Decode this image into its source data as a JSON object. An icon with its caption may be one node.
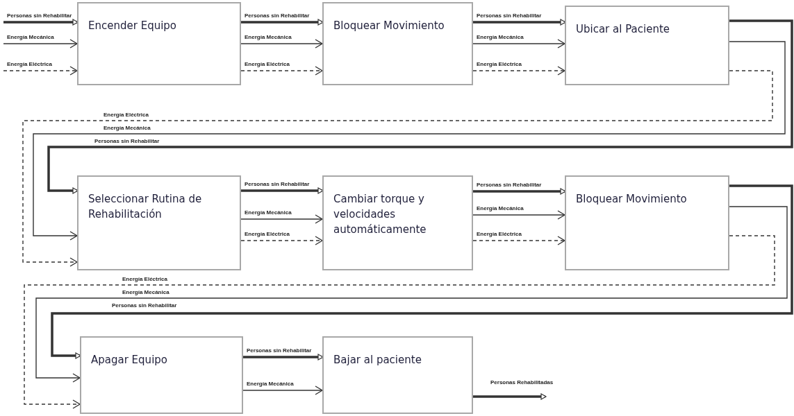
{
  "diagram": {
    "nodes": [
      {
        "text": [
          "Encender Equipo"
        ]
      },
      {
        "text": [
          "Bloquear Movimiento"
        ]
      },
      {
        "text": [
          "Ubicar al Paciente"
        ]
      },
      {
        "text": [
          "Seleccionar Rutina de Rehabilitación"
        ]
      },
      {
        "text": [
          "Cambiar torque y velocidades automáticamente"
        ]
      },
      {
        "text": [
          "Bloquear Movimiento"
        ]
      },
      {
        "text": [
          "Apagar Equipo"
        ]
      },
      {
        "text": [
          "Bajar al paciente"
        ]
      }
    ],
    "edges": [
      {
        "from": null,
        "to": 0,
        "arrow": "to",
        "label": "Personas sin Rehabilitar",
        "style": "thick"
      },
      {
        "from": null,
        "to": 0,
        "arrow": "to",
        "label": "Energía Mecánica"
      },
      {
        "from": null,
        "to": 0,
        "arrow": "to",
        "label": "Energía Eléctrica",
        "style": "dashed"
      },
      {
        "from": 0,
        "to": 1,
        "arrow": "to",
        "label": "Personas sin Rehabilitar",
        "style": "thick"
      },
      {
        "from": 0,
        "to": 1,
        "arrow": "to",
        "label": "Energía Mecánica"
      },
      {
        "from": 0,
        "to": 1,
        "arrow": "to",
        "label": "Energía Eléctrica",
        "style": "dashed"
      },
      {
        "from": 1,
        "to": 2,
        "arrow": "to",
        "label": "Personas sin Rehabilitar",
        "style": "thick"
      },
      {
        "from": 1,
        "to": 2,
        "arrow": "to",
        "label": "Energía Mecánica"
      },
      {
        "from": 1,
        "to": 2,
        "arrow": "to",
        "label": "Energía Eléctrica",
        "style": "dashed"
      },
      {
        "from": 2,
        "to": 3,
        "arrow": "to",
        "label": "Personas sin Rehabilitar",
        "style": "thick"
      },
      {
        "from": 2,
        "to": 3,
        "arrow": "to",
        "label": "Energía Mecánica"
      },
      {
        "from": 2,
        "to": 3,
        "arrow": "to",
        "label": "Energía Eléctrica",
        "style": "dashed"
      },
      {
        "from": 3,
        "to": 4,
        "arrow": "to",
        "label": "Personas sin Rehabilitar",
        "style": "thick"
      },
      {
        "from": 3,
        "to": 4,
        "arrow": "to",
        "label": "Energía Mecánica"
      },
      {
        "from": 3,
        "to": 4,
        "arrow": "to",
        "label": "Energía Eléctrica",
        "style": "dashed"
      },
      {
        "from": 4,
        "to": 5,
        "arrow": "to",
        "label": "Personas sin Rehabilitar",
        "style": "thick"
      },
      {
        "from": 4,
        "to": 5,
        "arrow": "to",
        "label": "Energía Mecánica"
      },
      {
        "from": 4,
        "to": 5,
        "arrow": "to",
        "label": "Energía Eléctrica",
        "style": "dashed"
      },
      {
        "from": 5,
        "to": 6,
        "arrow": "to",
        "label": "Personas sin Rehabilitar",
        "style": "thick"
      },
      {
        "from": 5,
        "to": 6,
        "arrow": "to",
        "label": "Energía Mecánica"
      },
      {
        "from": 5,
        "to": 6,
        "arrow": "to",
        "label": "Energía Eléctrica",
        "style": "dashed"
      },
      {
        "from": 6,
        "to": 7,
        "arrow": "to",
        "label": "Personas sin Rehabilitar",
        "style": "thick"
      },
      {
        "from": 6,
        "to": 7,
        "arrow": "to",
        "label": "Energía Mecánica"
      },
      {
        "from": 7,
        "to": null,
        "arrow": "to",
        "label": "Personas Rehabilitadas",
        "style": "thick"
      }
    ]
  }
}
